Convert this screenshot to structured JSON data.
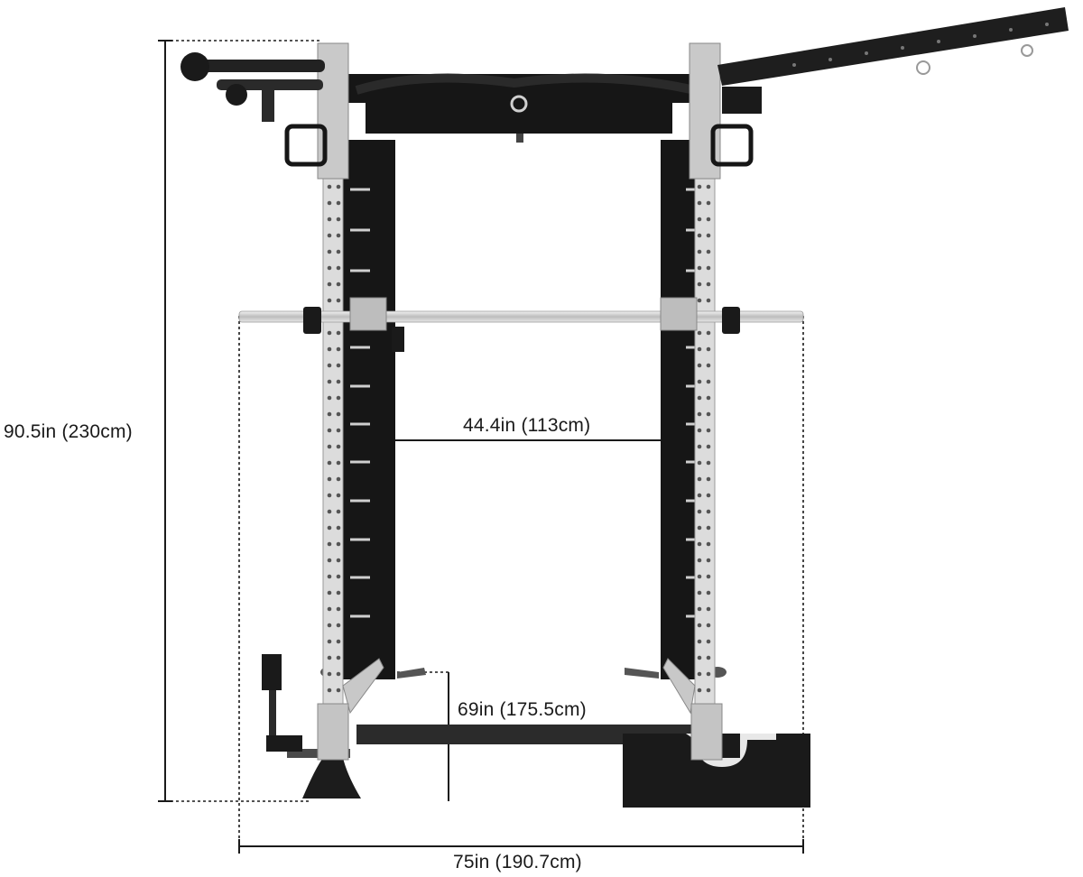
{
  "dimensions": {
    "height": "90.5in (230cm)",
    "inner_width": "44.4in (113cm)",
    "depth": "69in (175.5cm)",
    "width": "75in (190.7cm)"
  },
  "colors": {
    "frame_black": "#161616",
    "upright_silver": "#d6d6d6",
    "bar_chrome": "#c9c9c9",
    "dimension_line": "#1a1a1a"
  }
}
